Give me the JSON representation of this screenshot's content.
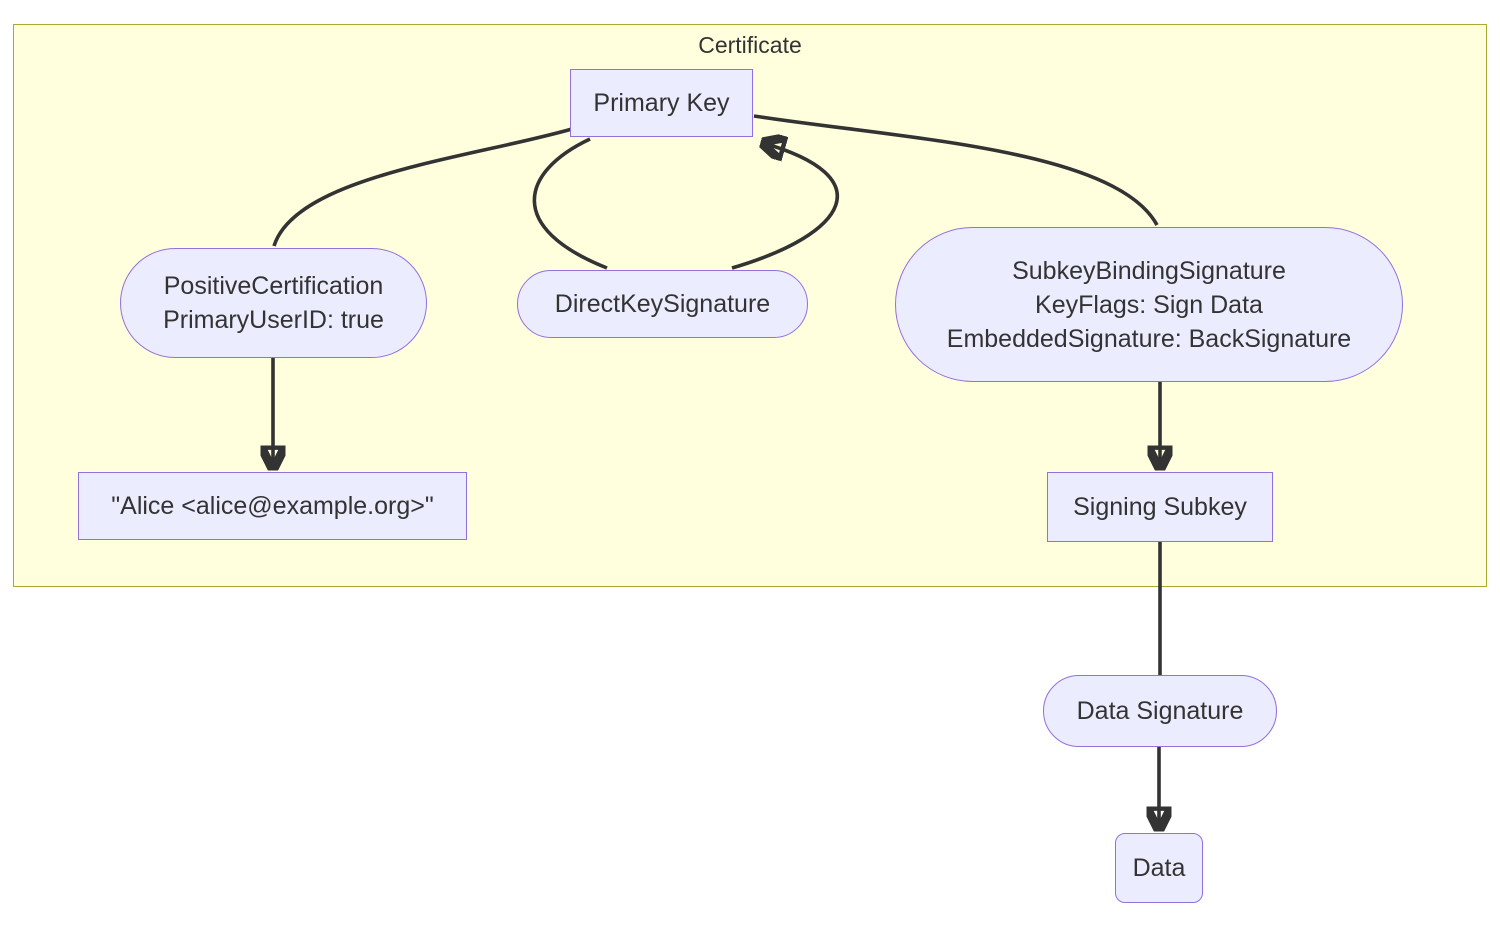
{
  "diagram": {
    "type": "flowchart",
    "cluster": {
      "label": "Certificate"
    },
    "nodes": {
      "primary_key": {
        "shape": "rect",
        "label": "Primary Key"
      },
      "positive_certification": {
        "shape": "stadium",
        "lines": [
          "PositiveCertification",
          "PrimaryUserID: true"
        ]
      },
      "direct_key_signature": {
        "shape": "stadium",
        "label": "DirectKeySignature"
      },
      "subkey_binding_signature": {
        "shape": "stadium",
        "lines": [
          "SubkeyBindingSignature",
          "KeyFlags: Sign Data",
          "EmbeddedSignature: BackSignature"
        ]
      },
      "user_id": {
        "shape": "rect",
        "label": "\"Alice <alice@example.org>\""
      },
      "signing_subkey": {
        "shape": "rect",
        "label": "Signing Subkey"
      },
      "data_signature": {
        "shape": "stadium",
        "label": "Data Signature"
      },
      "data": {
        "shape": "rounded",
        "label": "Data"
      }
    },
    "edges": [
      {
        "from": "primary_key",
        "to": "positive_certification",
        "arrow": false
      },
      {
        "from": "positive_certification",
        "to": "user_id",
        "arrow": true
      },
      {
        "from": "primary_key",
        "to": "direct_key_signature",
        "arrow": false
      },
      {
        "from": "direct_key_signature",
        "to": "primary_key",
        "arrow": true
      },
      {
        "from": "primary_key",
        "to": "subkey_binding_signature",
        "arrow": false
      },
      {
        "from": "subkey_binding_signature",
        "to": "signing_subkey",
        "arrow": true
      },
      {
        "from": "signing_subkey",
        "to": "data_signature",
        "arrow": false
      },
      {
        "from": "data_signature",
        "to": "data",
        "arrow": true
      }
    ],
    "nodes_inside_cluster": [
      "primary_key",
      "positive_certification",
      "direct_key_signature",
      "subkey_binding_signature",
      "user_id",
      "signing_subkey"
    ],
    "nodes_outside_cluster": [
      "data_signature",
      "data"
    ]
  },
  "colors": {
    "cluster_fill": "#FFFFDE",
    "cluster_border": "#AAAA33",
    "node_fill": "#ECECFF",
    "node_border": "#9370DB",
    "edge_color": "#333333",
    "text_color": "#333333",
    "canvas_bg": "#FFFFFF"
  }
}
